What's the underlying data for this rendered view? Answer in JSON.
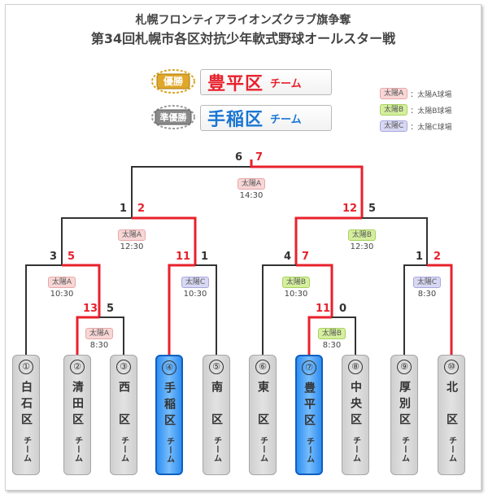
{
  "title": {
    "line1": "札幌フロンティアライオンズクラブ旗争奪",
    "line2": "第34回札幌市各区対抗少年軟式野球オールスター戦"
  },
  "results": {
    "winner": {
      "badge": "優勝",
      "team": "豊平区",
      "suffix": "チーム",
      "color": "#e8212d"
    },
    "runner_up": {
      "badge": "準優勝",
      "team": "手稲区",
      "suffix": "チーム",
      "color": "#1a76d2"
    }
  },
  "legend": [
    {
      "tag": "太陽A",
      "desc": "：太陽A球場",
      "class": "a"
    },
    {
      "tag": "太陽B",
      "desc": "：太陽B球場",
      "class": "b"
    },
    {
      "tag": "太陽C",
      "desc": "：太陽C球場",
      "class": "c"
    }
  ],
  "teams": [
    {
      "num": "①",
      "name": "白石区",
      "suffix": "チーム"
    },
    {
      "num": "②",
      "name": "清田区",
      "suffix": "チーム"
    },
    {
      "num": "③",
      "name": "西　区",
      "suffix": "チーム"
    },
    {
      "num": "④",
      "name": "手稲区",
      "suffix": "チーム"
    },
    {
      "num": "⑤",
      "name": "南　区",
      "suffix": "チーム"
    },
    {
      "num": "⑥",
      "name": "東　区",
      "suffix": "チーム"
    },
    {
      "num": "⑦",
      "name": "豊平区",
      "suffix": "チーム"
    },
    {
      "num": "⑧",
      "name": "中央区",
      "suffix": "チーム"
    },
    {
      "num": "⑨",
      "name": "厚別区",
      "suffix": "チーム"
    },
    {
      "num": "⑩",
      "name": "北　区",
      "suffix": "チーム"
    }
  ],
  "games": {
    "final": {
      "left_score": "6",
      "right_score": "7",
      "venue": "太陽A",
      "time": "14:30"
    },
    "sf1": {
      "left_score": "1",
      "right_score": "2",
      "venue": "太陽A",
      "time": "12:30"
    },
    "sf2": {
      "left_score": "12",
      "right_score": "5",
      "venue": "太陽B",
      "time": "12:30"
    },
    "qf1": {
      "left_score": "3",
      "right_score": "5",
      "venue": "太陽A",
      "time": "10:30"
    },
    "qf2": {
      "left_score": "11",
      "right_score": "1",
      "venue": "太陽C",
      "time": "10:30"
    },
    "qf3": {
      "left_score": "4",
      "right_score": "7",
      "venue": "太陽B",
      "time": "10:30"
    },
    "qf4": {
      "left_score": "1",
      "right_score": "2",
      "venue": "太陽C",
      "time": "8:30"
    },
    "r1a": {
      "left_score": "13",
      "right_score": "5",
      "venue": "太陽A",
      "time": "8:30"
    },
    "r1b": {
      "left_score": "11",
      "right_score": "0",
      "venue": "太陽B",
      "time": "8:30"
    }
  },
  "colors": {
    "win_line": "#e8212d",
    "lose_line": "#333333",
    "gold": "#d9a521",
    "silver": "#9a9a9a"
  }
}
